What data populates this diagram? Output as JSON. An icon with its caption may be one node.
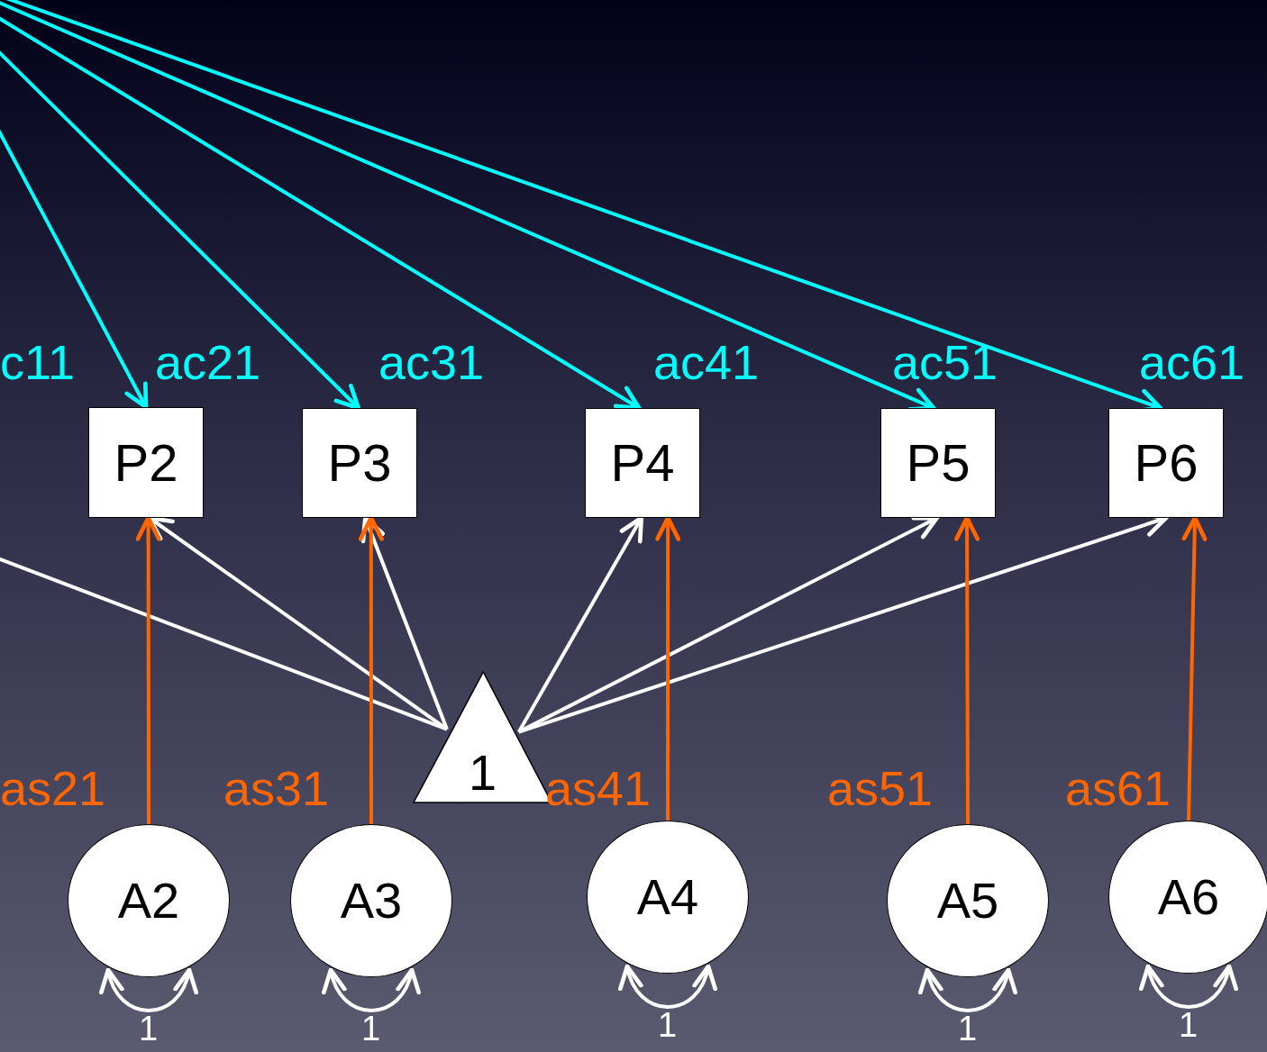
{
  "diagram": {
    "nodes": [
      {
        "text": [
          "P2"
        ]
      },
      {
        "text": [
          "P3"
        ]
      },
      {
        "text": [
          "P4"
        ]
      },
      {
        "text": [
          "P5"
        ]
      },
      {
        "text": [
          "P6"
        ]
      },
      {
        "text": [
          "1"
        ]
      },
      {
        "text": [
          "A2"
        ]
      },
      {
        "text": [
          "A3"
        ]
      },
      {
        "text": [
          "A4"
        ]
      },
      {
        "text": [
          "A5"
        ]
      },
      {
        "text": [
          "A6"
        ]
      }
    ],
    "edges": [
      {
        "from": null,
        "to": 0,
        "arrow": "to",
        "label": "ac21",
        "color": "#00ffff"
      },
      {
        "from": null,
        "to": 1,
        "arrow": "to",
        "label": "ac31",
        "color": "#00ffff"
      },
      {
        "from": null,
        "to": 2,
        "arrow": "to",
        "label": "ac41",
        "color": "#00ffff"
      },
      {
        "from": null,
        "to": 3,
        "arrow": "to",
        "label": "ac51",
        "color": "#00ffff"
      },
      {
        "from": null,
        "to": 4,
        "arrow": "to",
        "label": "ac61",
        "color": "#00ffff"
      },
      {
        "from": 5,
        "to": null,
        "arrow": "none"
      },
      {
        "from": 5,
        "to": 0,
        "arrow": "to"
      },
      {
        "from": 5,
        "to": 1,
        "arrow": "to"
      },
      {
        "from": 5,
        "to": 2,
        "arrow": "to"
      },
      {
        "from": 5,
        "to": 3,
        "arrow": "to"
      },
      {
        "from": 5,
        "to": 4,
        "arrow": "to"
      },
      {
        "from": 6,
        "to": 0,
        "arrow": "to",
        "label": "as21",
        "color": "#ff6600"
      },
      {
        "from": 7,
        "to": 1,
        "arrow": "to",
        "label": "as31",
        "color": "#ff6600"
      },
      {
        "from": 8,
        "to": 2,
        "arrow": "to",
        "label": "as41",
        "color": "#ff6600"
      },
      {
        "from": 9,
        "to": 3,
        "arrow": "to",
        "label": "as51",
        "color": "#ff6600"
      },
      {
        "from": 10,
        "to": 4,
        "arrow": "to",
        "label": "as61",
        "color": "#ff6600"
      },
      {
        "from": 6,
        "to": 6,
        "arrow": "both",
        "label": "1"
      },
      {
        "from": 7,
        "to": 7,
        "arrow": "both",
        "label": "1"
      },
      {
        "from": 8,
        "to": 8,
        "arrow": "both",
        "label": "1"
      },
      {
        "from": 9,
        "to": 9,
        "arrow": "both",
        "label": "1"
      },
      {
        "from": 10,
        "to": 10,
        "arrow": "both",
        "label": "1"
      }
    ],
    "labels": [
      "c11"
    ]
  }
}
